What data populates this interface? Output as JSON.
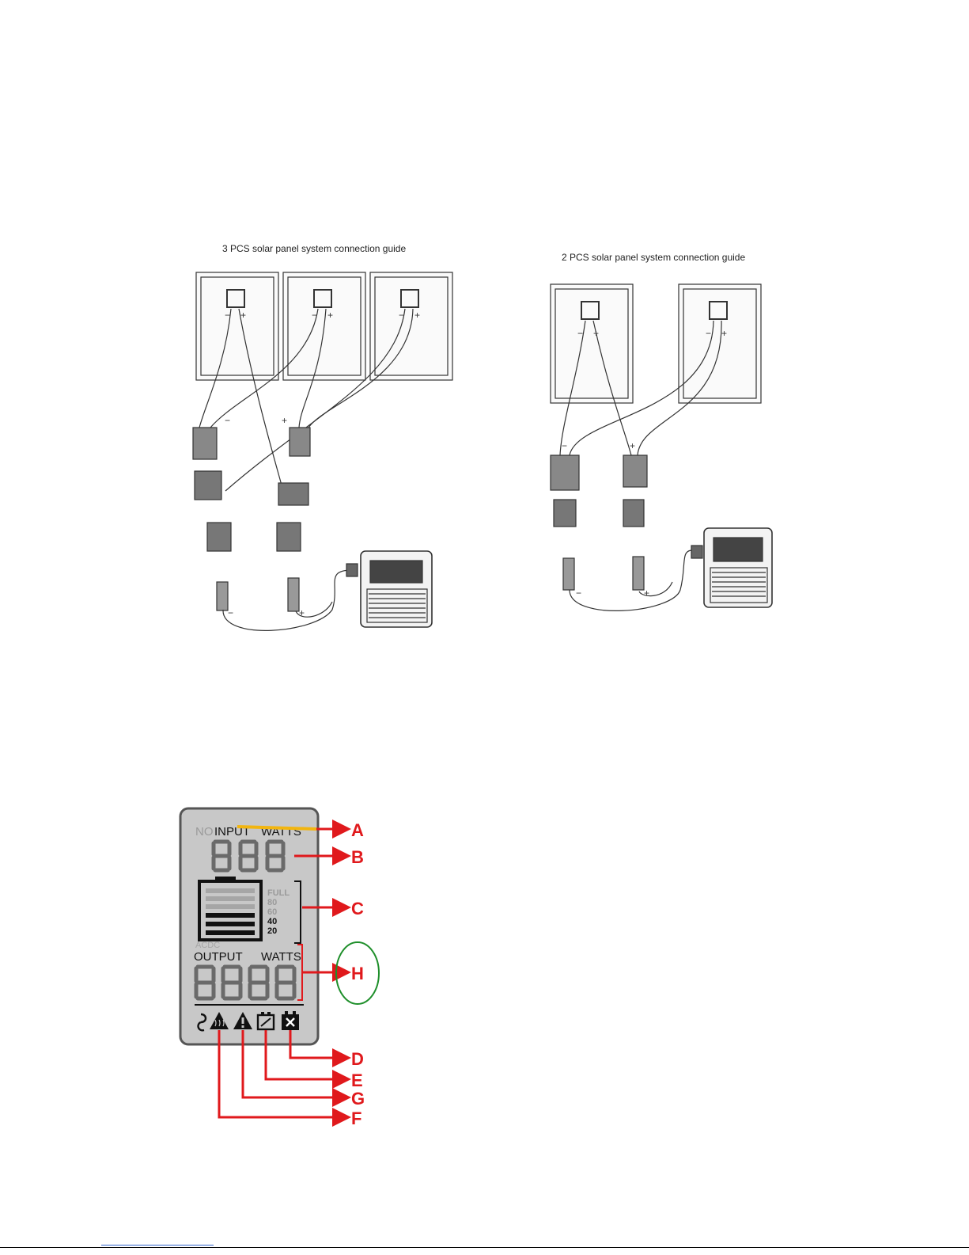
{
  "figures": {
    "three_panel": {
      "title": "3 PCS solar panel system connection guide",
      "panel_count": 3,
      "polarity": {
        "minus": "−",
        "plus": "+"
      }
    },
    "two_panel": {
      "title": "2 PCS solar panel system connection guide",
      "panel_count": 2,
      "polarity": {
        "minus": "−",
        "plus": "+"
      }
    }
  },
  "lcd": {
    "labels": {
      "no": "NO",
      "input": "INPUT",
      "watts_top": "WATTS",
      "levels": [
        "FULL",
        "80",
        "60",
        "40",
        "20"
      ],
      "acdc": "ACDC",
      "output": "OUTPUT",
      "watts_bottom": "WATTS"
    },
    "battery_level_percent": 40,
    "callouts": [
      "A",
      "B",
      "C",
      "H",
      "D",
      "E",
      "G",
      "F"
    ],
    "icons": [
      "plug-icon",
      "overheat-warning-icon",
      "warning-icon",
      "battery-charging-icon",
      "battery-fault-icon"
    ],
    "colors": {
      "arrow": "#e0191c",
      "highlight": "#f2b50f",
      "circle": "#1f8f2b",
      "lcd_bg": "#c8c8c8",
      "lcd_frame": "#a0a0a0"
    }
  }
}
